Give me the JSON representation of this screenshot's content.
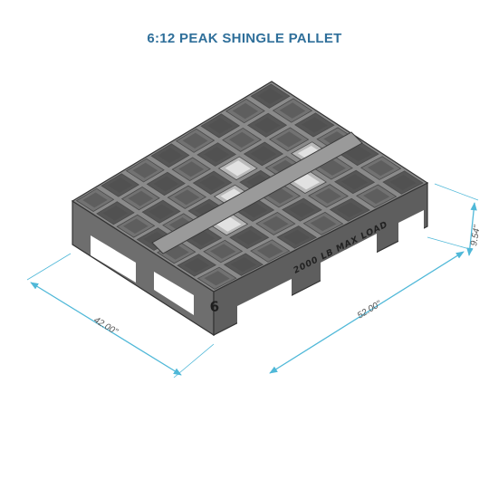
{
  "title": "6:12 PEAK SHINGLE PALLET",
  "dimensions": {
    "width": "42.00\"",
    "length": "52.00\"",
    "height": "9.54\""
  },
  "pallet": {
    "load_marking": "2000 LB MAX LOAD",
    "corner_number": "6"
  },
  "colors": {
    "title": "#2f6f9a",
    "dimension": "#4fb8d8",
    "pallet_top": "#8a8a8a",
    "pallet_side_left": "#6e6e6e",
    "pallet_side_front": "#5e5e5e",
    "grid": "#4a4a4a",
    "cell_light": "#b8b8b8",
    "cell_dark": "#565656"
  }
}
